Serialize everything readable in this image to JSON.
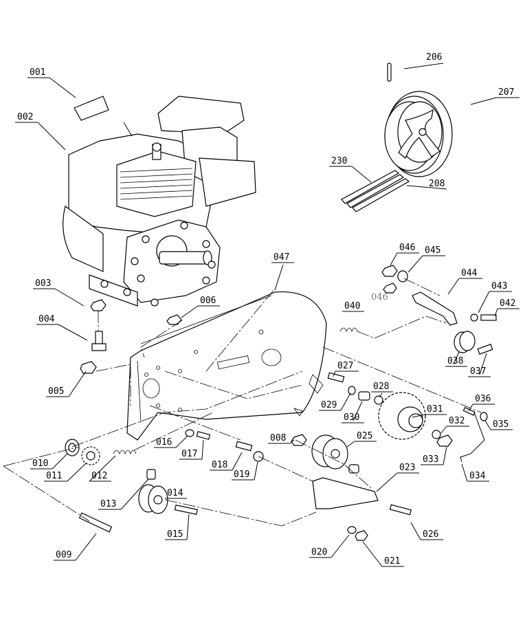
{
  "labels": {
    "p001": "001",
    "p002": "002",
    "p003": "003",
    "p004": "004",
    "p005": "005",
    "p006": "006",
    "p008": "008",
    "p009": "009",
    "p010": "010",
    "p011": "011",
    "p012": "012",
    "p013": "013",
    "p014": "014",
    "p015": "015",
    "p016": "016",
    "p017": "017",
    "p018": "018",
    "p019": "019",
    "p020": "020",
    "p021": "021",
    "p023": "023",
    "p025": "025",
    "p026": "026",
    "p027": "027",
    "p028": "028",
    "p029": "029",
    "p030": "030",
    "p031": "031",
    "p032": "032",
    "p033": "033",
    "p034": "034",
    "p035": "035",
    "p036": "036",
    "p037": "037",
    "p038": "038",
    "p040": "040",
    "p042": "042",
    "p043": "043",
    "p044": "044",
    "p045": "045",
    "p046a": "046",
    "p046b": "046",
    "p047": "047",
    "p206": "206",
    "p207": "207",
    "p208": "208",
    "p230": "230"
  }
}
